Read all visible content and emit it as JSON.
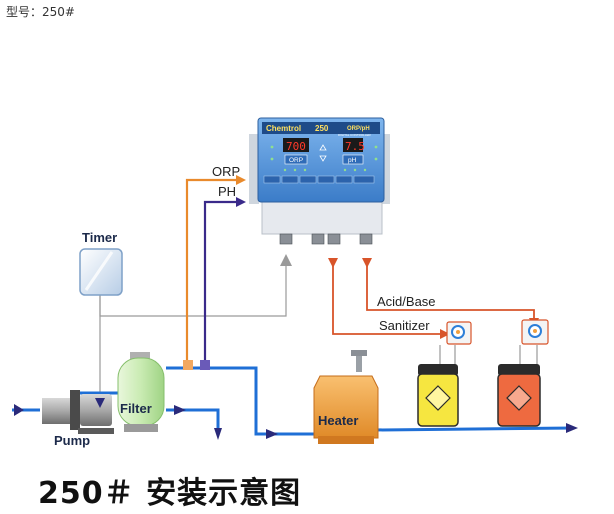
{
  "header": {
    "model_label": "型号：250#"
  },
  "controller": {
    "brand": "Chemtrol",
    "model": "250",
    "badge": "ORP/pH",
    "subtitle": "DIGITAL CONTROLLER",
    "orp_reading": "700",
    "ph_reading": "7.5",
    "orp_tag": "ORP",
    "ph_tag": "pH"
  },
  "labels": {
    "orp": "ORP",
    "ph": "PH",
    "timer": "Timer",
    "filter": "Filter",
    "pump": "Pump",
    "heater": "Heater",
    "acid_base": "Acid/Base",
    "sanitizer": "Sanitizer"
  },
  "caption": "250＃ 安装示意图",
  "colors": {
    "water_line": "#1f6fd6",
    "orp_line": "#e98a2c",
    "ph_line": "#3a2a8a",
    "feed_line": "#d8542a",
    "controller_body": "#4f8ed8",
    "filter_green": "#bfe6a8",
    "heater_orange": "#f0a040",
    "tank_yellow": "#f6e640",
    "tank_red": "#ee6a40"
  }
}
